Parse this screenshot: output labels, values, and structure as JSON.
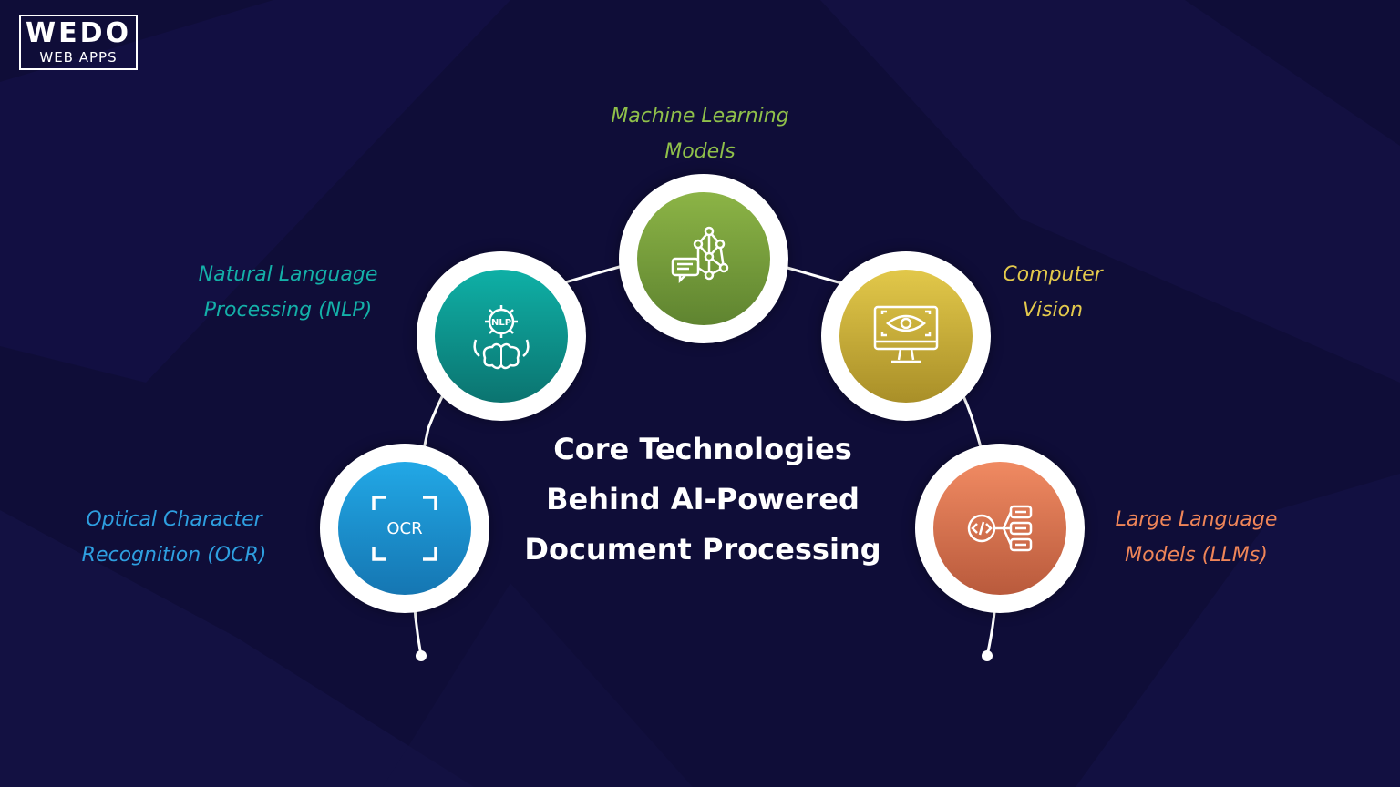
{
  "logo": {
    "line1": "WEDO",
    "line2": "WEB APPS"
  },
  "title": {
    "lines": [
      "Core Technologies",
      "Behind AI-Powered",
      "Document Processing"
    ]
  },
  "nodes": [
    {
      "label_lines": [
        "Optical Character",
        "Recognition (OCR)"
      ],
      "icon": "ocr-scan-icon",
      "icon_text": "OCR",
      "color": "#1e9bd7",
      "label_color": "#2e9fe0"
    },
    {
      "label_lines": [
        "Natural Language",
        "Processing (NLP)"
      ],
      "icon": "nlp-brain-gear-icon",
      "icon_text": "NLP",
      "color": "#0f9a93",
      "label_color": "#14b0a8"
    },
    {
      "label_lines": [
        "Machine Learning",
        "Models"
      ],
      "icon": "neural-network-icon",
      "color": "#7aa23c",
      "label_color": "#8fc04a"
    },
    {
      "label_lines": [
        "Computer",
        "Vision"
      ],
      "icon": "monitor-eye-icon",
      "color": "#cbb435",
      "label_color": "#e3c94c"
    },
    {
      "label_lines": [
        "Large Language",
        "Models (LLMs)"
      ],
      "icon": "code-flow-icon",
      "color": "#e07652",
      "label_color": "#ef8558"
    }
  ]
}
